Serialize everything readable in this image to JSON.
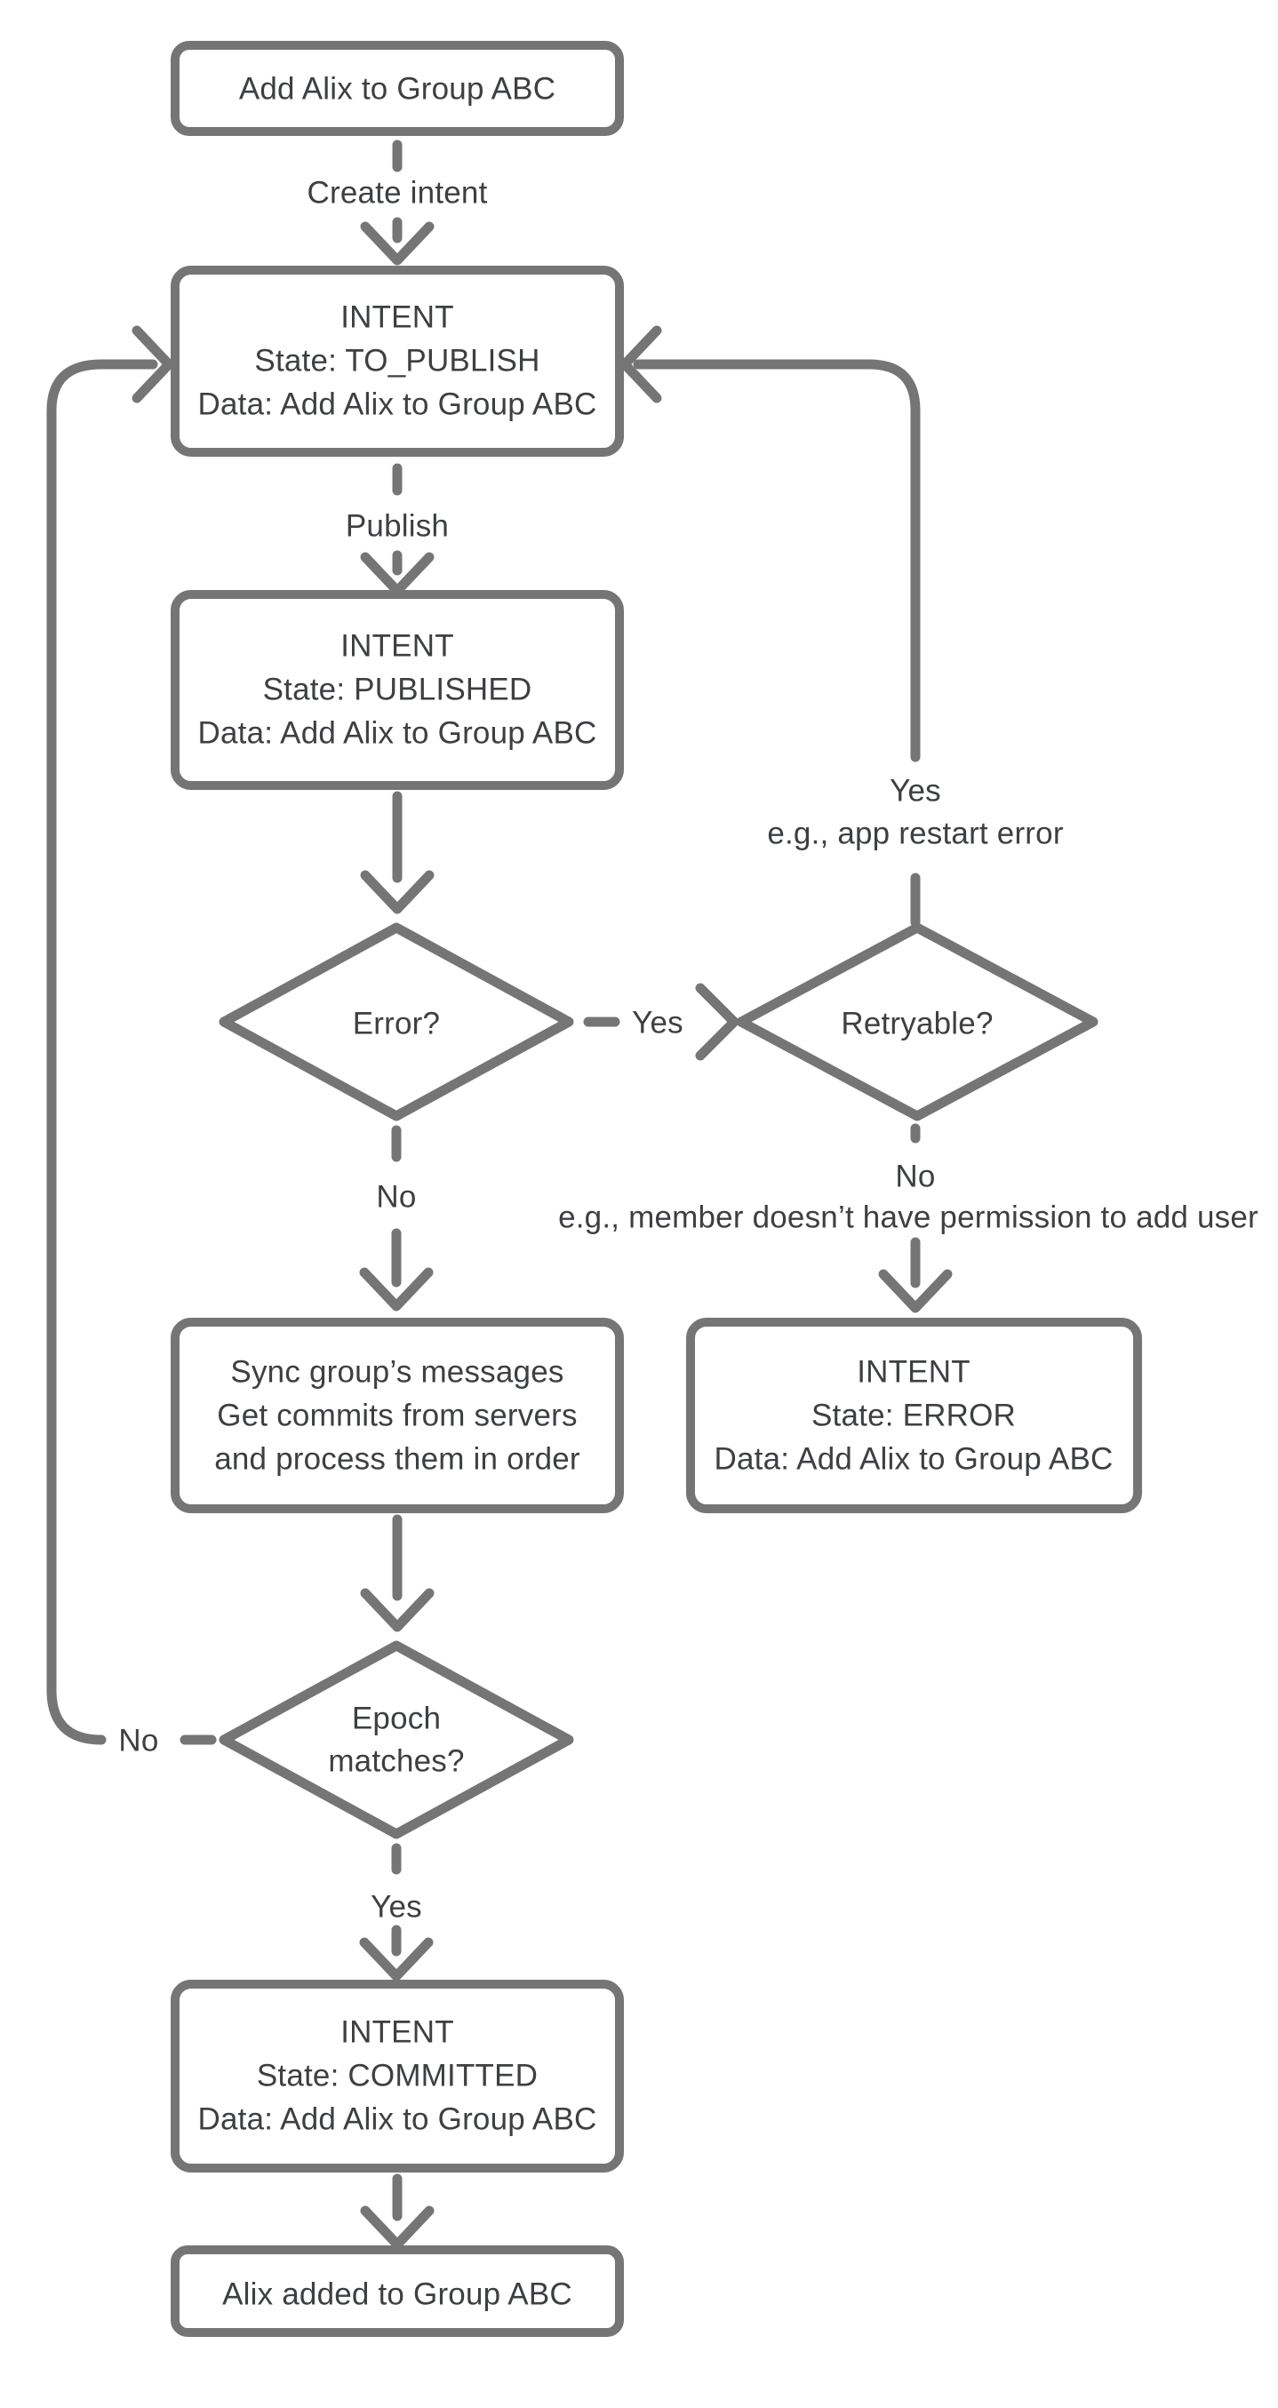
{
  "title": "Intent lifecycle flowchart",
  "colors": {
    "stroke": "#757575",
    "text": "#3d3f42",
    "node_fill": "#ffffff",
    "background": "#ffffff"
  },
  "nodes": {
    "start": {
      "label": "Add Alix to Group ABC"
    },
    "intent_to_publish": {
      "lines": [
        "INTENT",
        "State: TO_PUBLISH",
        "Data: Add Alix to Group ABC"
      ]
    },
    "intent_published": {
      "lines": [
        "INTENT",
        "State: PUBLISHED",
        "Data: Add Alix to Group ABC"
      ]
    },
    "error_decision": {
      "label": "Error?"
    },
    "retryable_decision": {
      "label": "Retryable?"
    },
    "sync": {
      "lines": [
        "Sync group’s messages",
        "Get commits from servers",
        "and process them in order"
      ]
    },
    "intent_error": {
      "lines": [
        "INTENT",
        "State: ERROR",
        "Data: Add Alix to Group ABC"
      ]
    },
    "epoch_decision": {
      "lines": [
        "Epoch",
        "matches?"
      ]
    },
    "intent_committed": {
      "lines": [
        "INTENT",
        "State: COMMITTED",
        "Data: Add Alix to Group ABC"
      ]
    },
    "done": {
      "label": "Alix added to Group ABC"
    }
  },
  "edges": {
    "create_intent": "Create intent",
    "publish": "Publish",
    "error_yes": "Yes",
    "error_no": "No",
    "retry_yes": "Yes",
    "retry_yes_example": "e.g., app restart error",
    "retry_no": "No",
    "retry_no_example": "e.g., member doesn’t have permission to add user",
    "epoch_no": "No",
    "epoch_yes": "Yes"
  }
}
